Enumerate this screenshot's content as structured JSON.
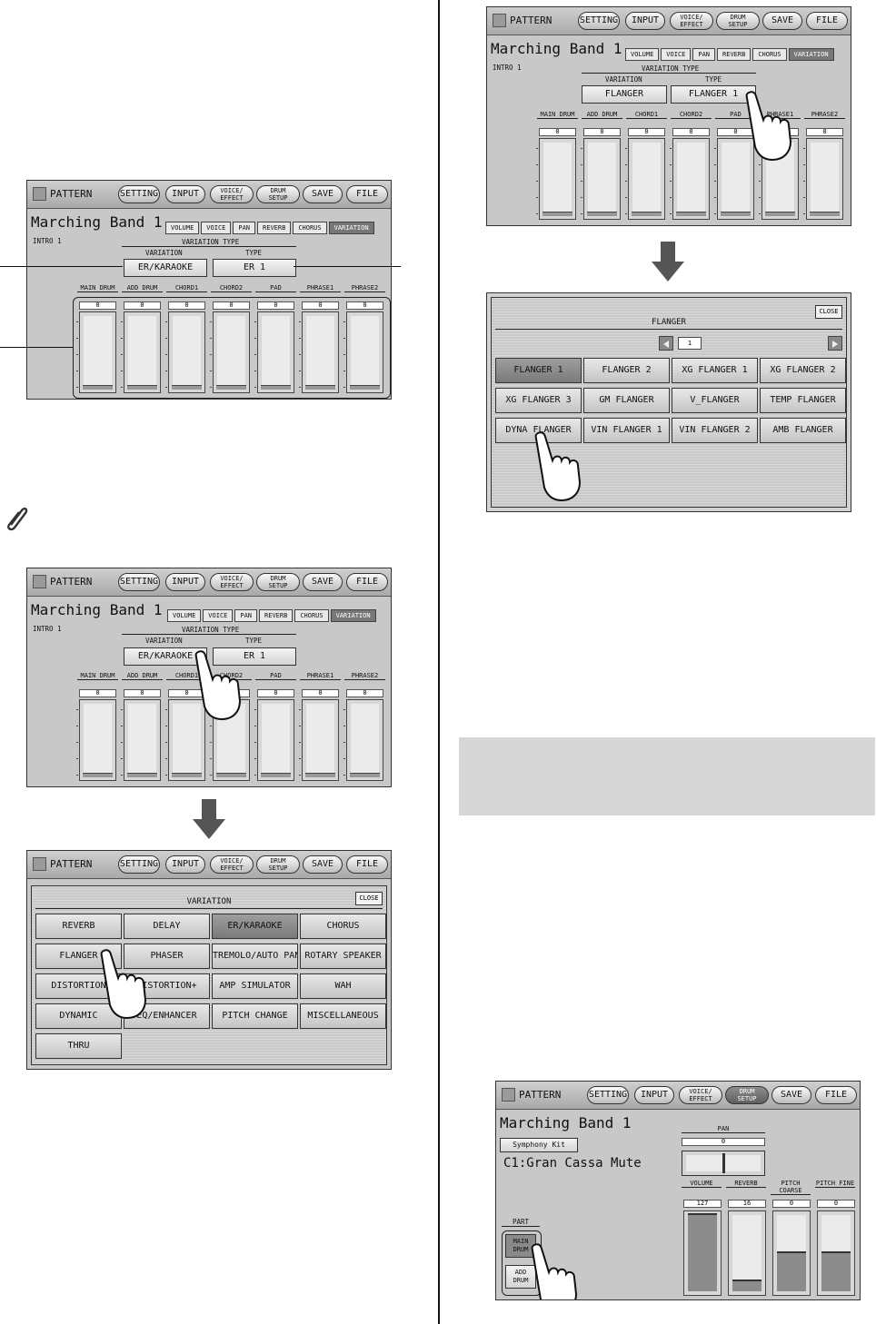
{
  "header": {
    "title": "PATTERN",
    "buttons": [
      "SETTING",
      "INPUT",
      "VOICE/\nEFFECT",
      "DRUM\nSETUP",
      "SAVE",
      "FILE"
    ]
  },
  "pattern_name": "Marching Band 1",
  "section": "INTRO 1",
  "tabs": [
    "VOLUME",
    "VOICE",
    "PAN",
    "REVERB",
    "CHORUS",
    "VARIATION"
  ],
  "variation_type": {
    "heading": "VARIATION TYPE",
    "variation_label": "VARIATION",
    "type_label": "TYPE",
    "screen1": {
      "variation": "ER/KARAOKE",
      "type": "ER 1"
    },
    "screen4": {
      "variation": "FLANGER",
      "type": "FLANGER 1"
    }
  },
  "channels": [
    "MAIN DRUM",
    "ADD DRUM",
    "CHORD1",
    "CHORD2",
    "PAD",
    "PHRASE1",
    "PHRASE2"
  ],
  "channel_value": "0",
  "variation_panel": {
    "title": "VARIATION",
    "close": "CLOSE",
    "items": [
      "REVERB",
      "DELAY",
      "ER/KARAOKE",
      "CHORUS",
      "FLANGER",
      "PHASER",
      "TREMOLO/AUTO PAN",
      "ROTARY SPEAKER",
      "DISTORTION",
      "DISTORTION+",
      "AMP SIMULATOR",
      "WAH",
      "DYNAMIC",
      "EQ/ENHANCER",
      "PITCH CHANGE",
      "MISCELLANEOUS",
      "THRU"
    ]
  },
  "flanger_panel": {
    "title": "FLANGER",
    "close": "CLOSE",
    "page": "1",
    "items": [
      "FLANGER 1",
      "FLANGER 2",
      "XG FLANGER 1",
      "XG FLANGER 2",
      "XG FLANGER 3",
      "GM FLANGER",
      "V_FLANGER",
      "TEMP FLANGER",
      "DYNA FLANGER",
      "VIN FLANGER 1",
      "VIN FLANGER 2",
      "AMB FLANGER"
    ]
  },
  "drum_setup": {
    "kit": "Symphony Kit",
    "instrument": "C1:Gran Cassa Mute",
    "pan_label": "PAN",
    "pan_value": "0",
    "part_label": "PART",
    "part_main": "MAIN\nDRUM",
    "part_add": "ADD\nDRUM",
    "faders": [
      {
        "label": "VOLUME",
        "value": "127",
        "level": 1.0
      },
      {
        "label": "REVERB",
        "value": "16",
        "level": 0.13
      },
      {
        "label": "PITCH\nCOARSE",
        "value": "0",
        "level": 0.5
      },
      {
        "label": "PITCH FINE",
        "value": "0",
        "level": 0.5
      }
    ]
  }
}
